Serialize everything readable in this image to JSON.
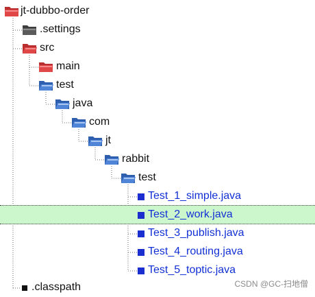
{
  "tree": {
    "project": {
      "label": "jt-dubbo-order",
      "icon": "project-folder-icon"
    },
    "settings": {
      "label": ".settings",
      "icon": "folder-closed-icon"
    },
    "src": {
      "label": "src",
      "icon": "folder-open-icon"
    },
    "main": {
      "label": "main",
      "icon": "folder-closed-icon"
    },
    "test": {
      "label": "test",
      "icon": "folder-open-icon"
    },
    "java": {
      "label": "java",
      "icon": "folder-open-icon"
    },
    "com": {
      "label": "com",
      "icon": "folder-open-icon"
    },
    "jt": {
      "label": "jt",
      "icon": "folder-open-icon"
    },
    "rabbit": {
      "label": "rabbit",
      "icon": "folder-open-icon"
    },
    "test_pkg": {
      "label": "test",
      "icon": "folder-open-icon"
    },
    "files": [
      {
        "label": "Test_1_simple.java",
        "icon": "java-file-icon"
      },
      {
        "label": "Test_2_work.java",
        "icon": "java-file-icon",
        "selected": true
      },
      {
        "label": "Test_3_publish.java",
        "icon": "java-file-icon"
      },
      {
        "label": "Test_4_routing.java",
        "icon": "java-file-icon"
      },
      {
        "label": "Test_5_toptic.java",
        "icon": "java-file-icon"
      }
    ],
    "classpath": {
      "label": ".classpath",
      "icon": "file-icon"
    }
  },
  "colors": {
    "folder_red": "#d93b3b",
    "folder_blue": "#3f72c8",
    "folder_dark": "#555555",
    "java_text": "#1230d6",
    "selection_bg": "#ccf7cc"
  },
  "watermark": "CSDN @GC-扫地僧"
}
